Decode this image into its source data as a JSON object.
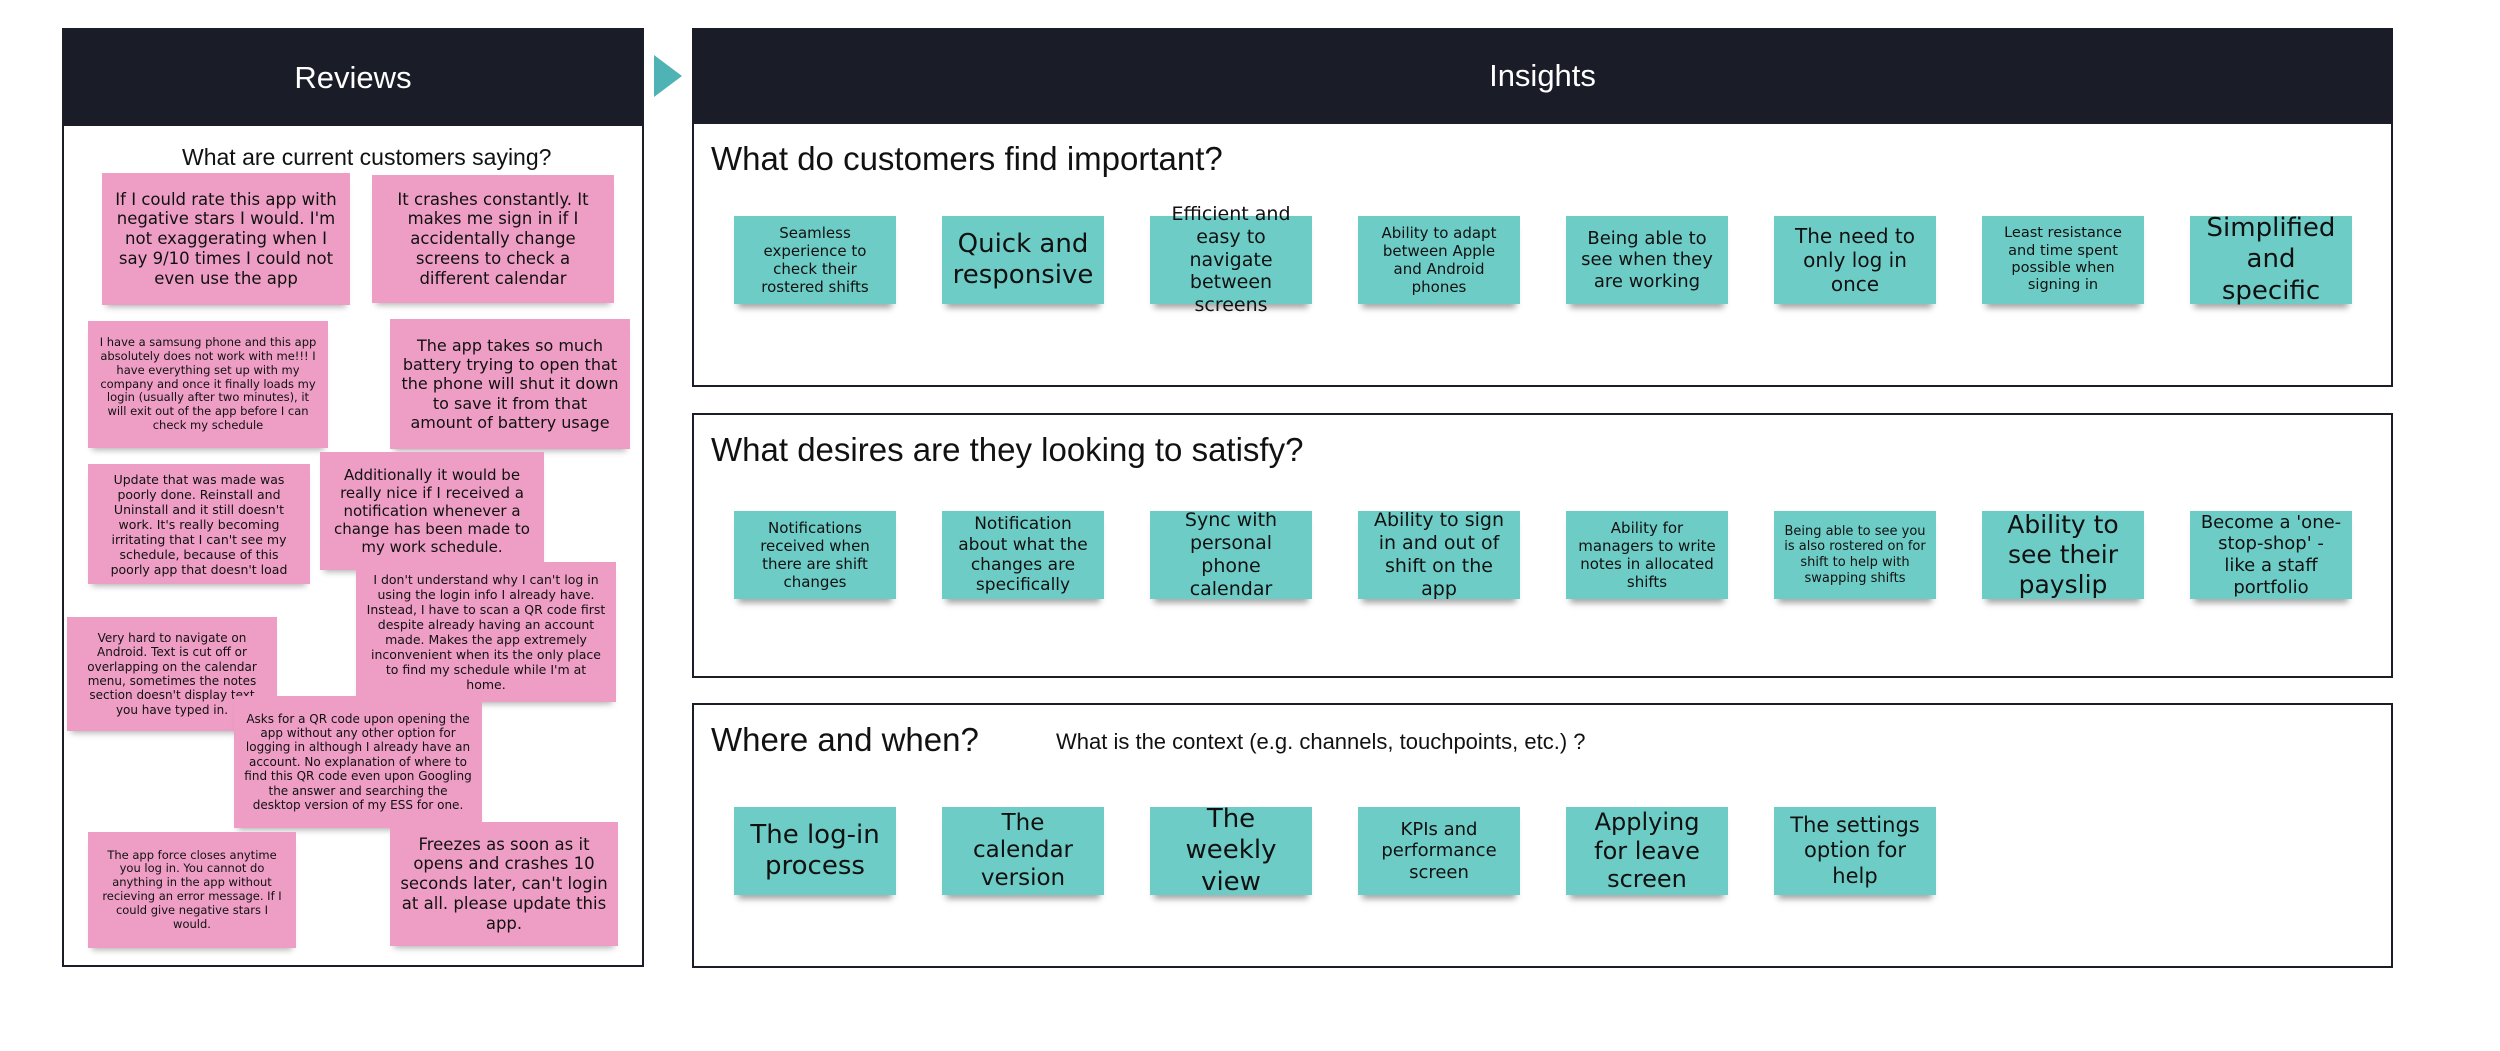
{
  "reviews": {
    "title": "Reviews",
    "question": "What are current customers saying?",
    "notes": [
      "If I could rate this app with negative stars I would. I'm not exaggerating when I say 9/10 times I could not even use the app",
      "It crashes constantly. It makes me sign in if I accidentally change screens to check a different calendar",
      "I have a samsung phone and this app absolutely does not work with me!!! I have everything set up with my company and once it finally loads my login (usually after two minutes), it will exit out of the app before I can check my schedule",
      "The app takes so much battery trying to open that the phone will shut it down to save it from that amount of battery usage",
      "Update that was made was poorly done. Reinstall and Uninstall and it still doesn't work. It's really becoming irritating that I can't see my schedule, because of this poorly app that doesn't load",
      "Additionally it would be really nice if I received a notification whenever a change has been made to my work schedule.",
      "I don't understand why I can't log in using the login info I already have. Instead, I have to scan a QR code first despite already having an account made. Makes the app extremely inconvenient when its the only place to find my schedule while I'm at home.",
      "Very hard to navigate on Android. Text is cut off or overlapping on the calendar menu, sometimes the notes section doesn't display text you have typed in.",
      "Asks for a QR code upon opening the app without any other option for logging in although I already have an account. No explanation of where to find this QR code even upon Googling the answer and searching the desktop version of my ESS for one.",
      "The app force closes anytime you log in. You cannot do anything in the app without recieving an error message. If I could give negative stars I would.",
      "Freezes as soon as it opens and crashes 10 seconds later, can't login at all. please update this app."
    ]
  },
  "insights": {
    "title": "Insights",
    "sections": [
      {
        "title": "What do customers find important?",
        "subtitle": "",
        "notes": [
          "Seamless experience to check their rostered shifts",
          "Quick and responsive",
          "Efficient and easy to navigate between screens",
          "Ability to adapt between Apple and Android phones",
          "Being able to see when they are working",
          "The need to only log in once",
          "Least resistance and time spent possible when signing in",
          "Simplified and specific"
        ]
      },
      {
        "title": "What desires are they looking to satisfy?",
        "subtitle": "",
        "notes": [
          "Notifications received when there are shift changes",
          "Notification about what the changes are specifically",
          "Sync with personal phone calendar",
          "Ability to sign in and out of shift on the app",
          "Ability for managers to write notes in allocated shifts",
          "Being able to see you is also rostered on for shift to help with swapping shifts",
          "Ability to see their payslip",
          "Become a 'one-stop-shop' - like a staff portfolio"
        ]
      },
      {
        "title": "Where and when?",
        "subtitle": "What is the context (e.g. channels, touchpoints, etc.) ?",
        "notes": [
          "The log-in process",
          "The calendar version",
          "The weekly view",
          "KPIs and performance screen",
          "Applying for leave screen",
          "The settings option for help"
        ]
      }
    ]
  },
  "colors": {
    "header": "#1a1d27",
    "teal_note": "#6dcdc6",
    "pink_note": "#ee9ec5",
    "arrow": "#4fb3b5"
  }
}
